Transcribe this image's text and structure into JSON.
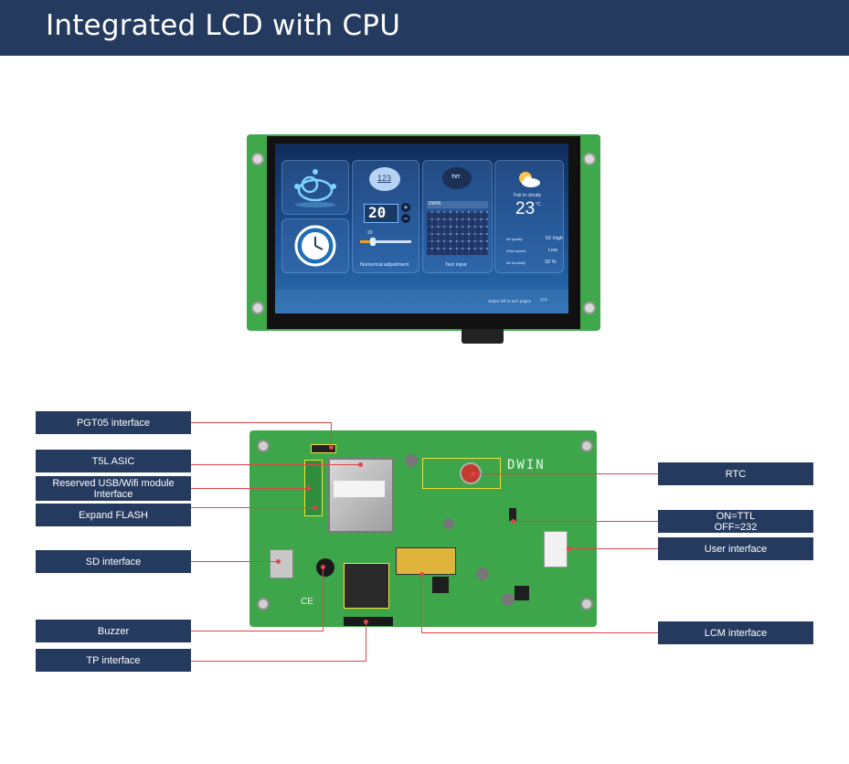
{
  "header": {
    "title": "Integrated LCD with CPU"
  },
  "screen": {
    "num_value": "123",
    "counter": "20",
    "slider_value": "20",
    "card2_caption": "Numerical adjustment",
    "txt_badge": "TXT",
    "dwin_field": "DWIN",
    "card3_caption": "Text input",
    "weather_desc": "Fair to cloudy",
    "temperature": "23",
    "temp_unit": "°C",
    "air_quality_label": "Air quality",
    "air_quality_value": "52 High",
    "wind_label": "Wind speed",
    "wind_value": "Low",
    "humidity_label": "Air humidity",
    "humidity_value": "32 %",
    "swipe_hint": "Swipe left to turn pages"
  },
  "board": {
    "logo": "DWIN"
  },
  "callouts": {
    "pgt05": "PGT05 interface",
    "t5l": "T5L ASIC",
    "usb_wifi_1": "Reserved USB/Wifi module",
    "usb_wifi_2": "Interface",
    "flash": "Expand FLASH",
    "sd": "SD interface",
    "buzzer": "Buzzer",
    "tp": "TP interface",
    "rtc": "RTC",
    "ttl_1": "ON=TTL",
    "ttl_2": "OFF=232",
    "user": "User interface",
    "lcm": "LCM interface"
  },
  "colors": {
    "header_bg": "#253a5f",
    "label_bg": "#253a5f",
    "leader_line": "#e0454a",
    "pcb_green": "#3ea64a"
  }
}
